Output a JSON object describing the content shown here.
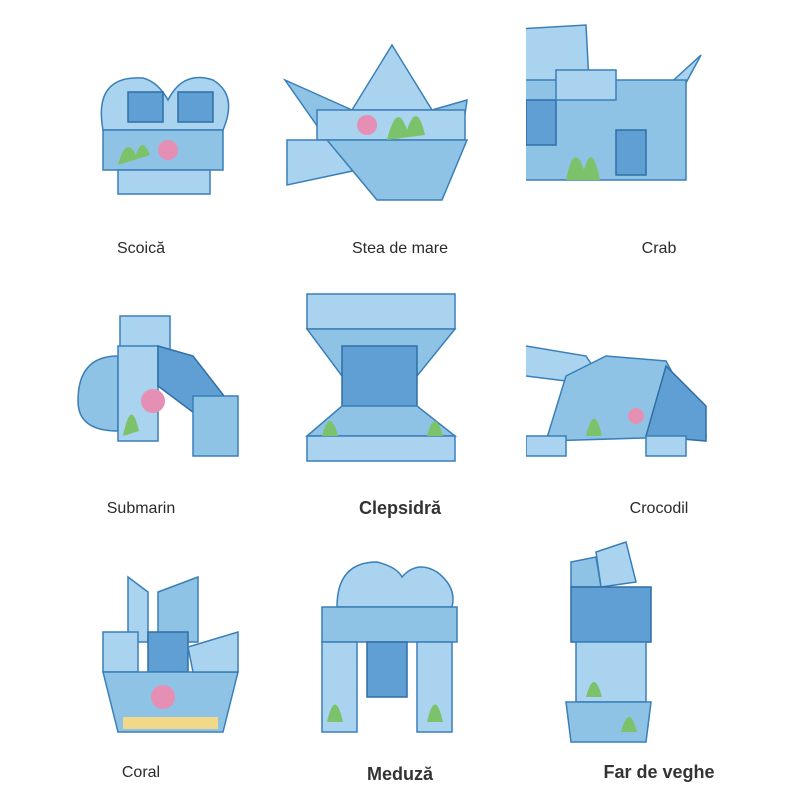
{
  "items": [
    {
      "label": "Scoică",
      "icon": "shell-shape-icon"
    },
    {
      "label": "Stea de mare",
      "icon": "starfish-shape-icon"
    },
    {
      "label": "Crab",
      "icon": "crab-shape-icon"
    },
    {
      "label": "Submarin",
      "icon": "submarine-shape-icon"
    },
    {
      "label": "Clepsidră",
      "icon": "hourglass-shape-icon"
    },
    {
      "label": "Crocodil",
      "icon": "crocodile-shape-icon"
    },
    {
      "label": "Coral",
      "icon": "coral-shape-icon"
    },
    {
      "label": "Meduză",
      "icon": "jellyfish-shape-icon"
    },
    {
      "label": "Far de veghe",
      "icon": "lighthouse-shape-icon"
    }
  ],
  "colors": {
    "tile": "#a9d3ee",
    "outline": "#3a7fb8",
    "text": "#2a2a2a"
  }
}
